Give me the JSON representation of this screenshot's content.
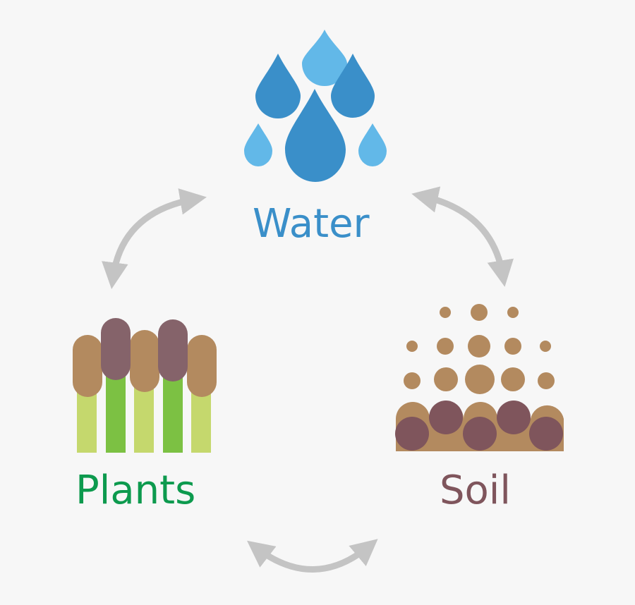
{
  "nodes": {
    "water": {
      "label": "Water",
      "color": "#3a8fc9",
      "icon": "water-drops-icon"
    },
    "plants": {
      "label": "Plants",
      "color": "#0d9a4e",
      "icon": "plants-icon"
    },
    "soil": {
      "label": "Soil",
      "color": "#7f555c",
      "icon": "soil-icon"
    }
  },
  "palette": {
    "drop_dark": "#3a8fc9",
    "drop_light": "#62b8e8",
    "arrow": "#c4c4c4",
    "stem_light": "#c5d86d",
    "stem_dark": "#7cc143",
    "head_tan": "#b38a5f",
    "head_purple": "#85636a",
    "soil_tan": "#b38a5f",
    "soil_purple": "#7f555c"
  },
  "connections": [
    {
      "from": "plants",
      "to": "water",
      "direction": "both",
      "icon": "double-arrow-icon"
    },
    {
      "from": "water",
      "to": "soil",
      "direction": "both",
      "icon": "double-arrow-icon"
    },
    {
      "from": "plants",
      "to": "soil",
      "direction": "both",
      "icon": "double-arrow-icon"
    }
  ]
}
